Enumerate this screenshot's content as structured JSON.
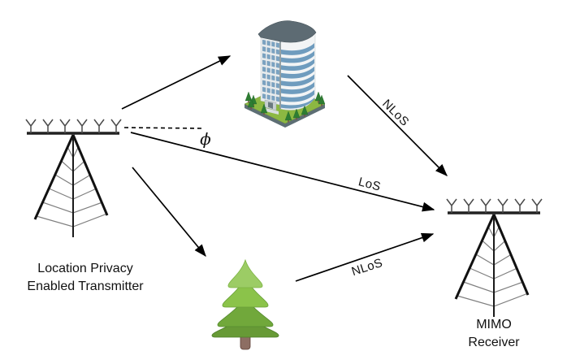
{
  "figure": {
    "transmitter": {
      "label_line1": "Location Privacy",
      "label_line2": "Enabled Transmitter"
    },
    "receiver": {
      "label": "MIMO Receiver"
    },
    "angle": {
      "symbol": "ϕ"
    },
    "links": {
      "building_nlos_label": "NLoS",
      "los_label": "LoS",
      "tree_nlos_label": "NLoS"
    },
    "icons": {
      "transmitter": "antenna-array-tower",
      "receiver": "antenna-array-tower",
      "scatterer_top": "office-building",
      "scatterer_bottom": "evergreen-tree"
    },
    "colors": {
      "line": "#000000",
      "building_roof": "#5d6b73",
      "building_wall": "#eef1f2",
      "building_window": "#6f9cbe",
      "grass": "#8cb842",
      "tree_light": "#9ccc65",
      "tree_dark": "#679a36",
      "trunk": "#8d6e63"
    }
  }
}
